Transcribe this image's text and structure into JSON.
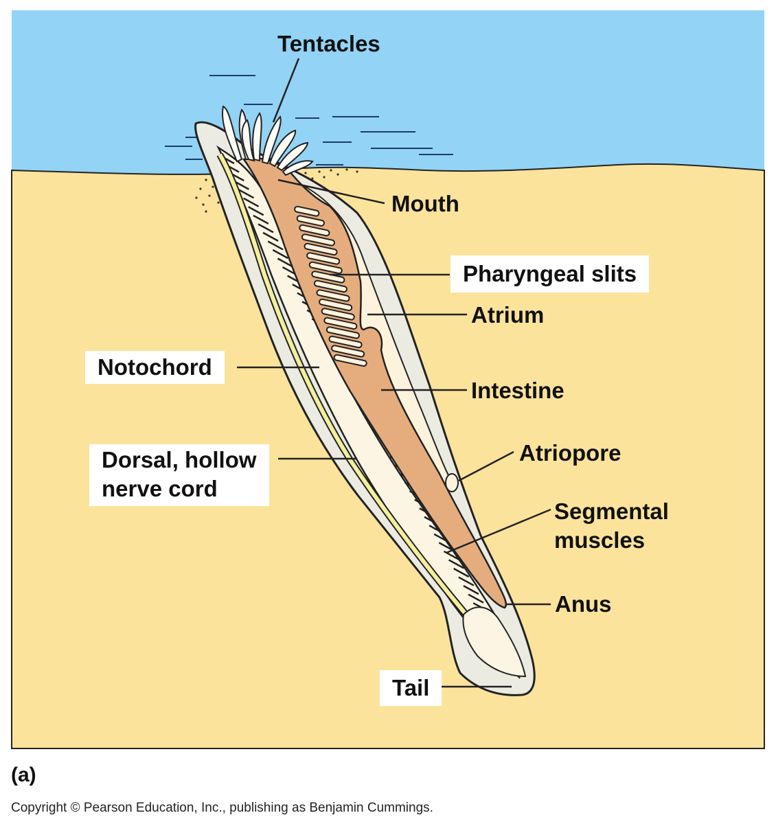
{
  "labels": {
    "tentacles": "Tentacles",
    "mouth": "Mouth",
    "pharyngeal_slits": "Pharyngeal slits",
    "atrium": "Atrium",
    "notochord": "Notochord",
    "intestine": "Intestine",
    "dorsal_nerve_cord": "Dorsal, hollow\nnerve cord",
    "atriopore": "Atriopore",
    "segmental_muscles": "Segmental\nmuscles",
    "anus": "Anus",
    "tail": "Tail"
  },
  "panel_letter": "(a)",
  "copyright": "Copyright © Pearson Education, Inc., publishing as Benjamin Cummings.",
  "colors": {
    "water": "#93d3f5",
    "sand": "#fce39b",
    "body_outline": "#ecebe2",
    "gut": "#e5ad7e",
    "notochord": "#f5ee9c",
    "atrium": "#fdf3dd"
  }
}
